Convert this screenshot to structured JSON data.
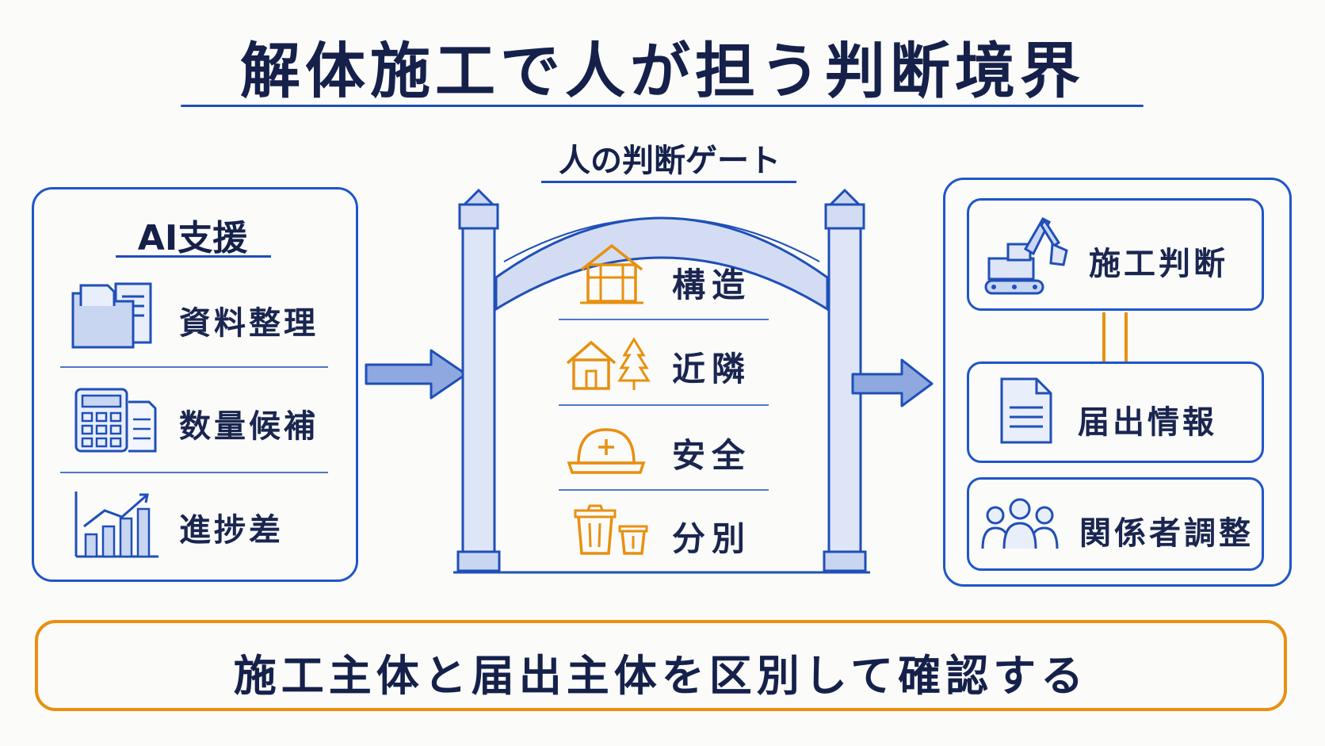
{
  "title": "解体施工で人が担う判断境界",
  "gate": {
    "title": "人の判断ゲート",
    "items": [
      {
        "label": "構造",
        "icon": "house-frame-icon"
      },
      {
        "label": "近隣",
        "icon": "house-tree-icon"
      },
      {
        "label": "安全",
        "icon": "hard-hat-icon"
      },
      {
        "label": "分別",
        "icon": "trash-bins-icon"
      }
    ]
  },
  "ai_support": {
    "title": "AI支援",
    "items": [
      {
        "label": "資料整理",
        "icon": "folder-documents-icon"
      },
      {
        "label": "数量候補",
        "icon": "calculator-icon"
      },
      {
        "label": "進捗差",
        "icon": "bar-chart-trend-icon"
      }
    ]
  },
  "outcomes": {
    "items": [
      {
        "label": "施工判断",
        "icon": "excavator-icon"
      },
      {
        "label": "届出情報",
        "icon": "document-icon"
      },
      {
        "label": "関係者調整",
        "icon": "people-icon"
      }
    ]
  },
  "footer": "施工主体と届出主体を区別して確認する",
  "colors": {
    "blue": "#1f56c8",
    "orange": "#e8900f",
    "navy": "#15214a"
  }
}
